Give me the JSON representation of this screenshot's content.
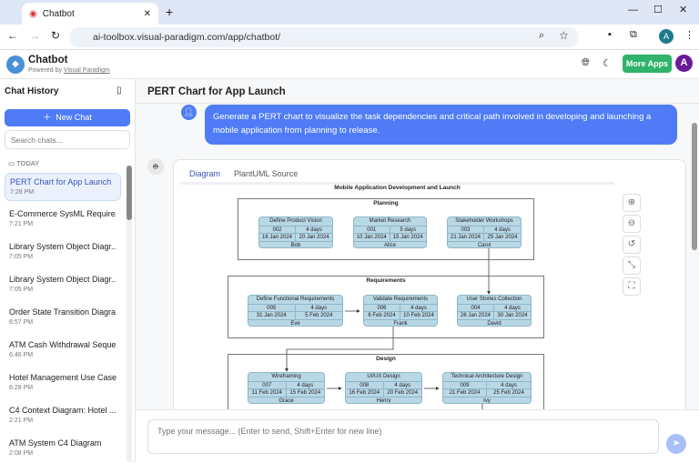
{
  "browser": {
    "tab_title": "Chatbot",
    "new_tab": "+",
    "url": "ai-toolbox.visual-paradigm.com/app/chatbot/",
    "profile": "A"
  },
  "app": {
    "title": "Chatbot",
    "powered_by": "Powered by",
    "powered_link": "Visual Paradigm",
    "more_apps": "More Apps",
    "avatar": "A"
  },
  "sidebar": {
    "title": "Chat History",
    "new_chat": "New Chat",
    "search_placeholder": "Search chats...",
    "group": "TODAY",
    "items": [
      {
        "title": "PERT Chart for App Launch",
        "time": "7:28 PM"
      },
      {
        "title": "E-Commerce SysML Require...",
        "time": "7:21 PM"
      },
      {
        "title": "Library System Object Diagr...",
        "time": "7:05 PM"
      },
      {
        "title": "Library System Object Diagr...",
        "time": "7:05 PM"
      },
      {
        "title": "Order State Transition Diagra...",
        "time": "6:57 PM"
      },
      {
        "title": "ATM Cash Withdrawal Seque...",
        "time": "6:46 PM"
      },
      {
        "title": "Hotel Management Use Case",
        "time": "6:28 PM"
      },
      {
        "title": "C4 Context Diagram: Hotel ...",
        "time": "2:21 PM"
      },
      {
        "title": "ATM System C4 Diagram",
        "time": "2:08 PM"
      }
    ]
  },
  "chat": {
    "title": "PERT Chart for App Launch",
    "user_message": "Generate a PERT chart to visualize the task dependencies and critical path involved in developing and launching a mobile application from planning to release.",
    "tabs": [
      "Diagram",
      "PlantUML Source"
    ],
    "input_placeholder": "Type your message... (Enter to send, Shift+Enter for new line)"
  },
  "diagram": {
    "title": "Mobile Application Development and Launch",
    "groups": [
      {
        "name": "Planning",
        "tasks": [
          {
            "name": "Define Product Vision",
            "id": "002",
            "duration": "4 days",
            "start": "16 Jan 2024",
            "end": "20 Jan 2024",
            "owner": "Bob"
          },
          {
            "name": "Market Research",
            "id": "001",
            "duration": "5 days",
            "start": "10 Jan 2024",
            "end": "15 Jan 2024",
            "owner": "Alice"
          },
          {
            "name": "Stakeholder Workshops",
            "id": "003",
            "duration": "4 days",
            "start": "21 Jan 2024",
            "end": "25 Jan 2024",
            "owner": "Carol"
          }
        ]
      },
      {
        "name": "Requirements",
        "tasks": [
          {
            "name": "Define Functional Requirements",
            "id": "005",
            "duration": "4 days",
            "start": "31 Jan 2024",
            "end": "5 Feb 2024",
            "owner": "Eve"
          },
          {
            "name": "Validate Requirements",
            "id": "006",
            "duration": "4 days",
            "start": "6 Feb 2024",
            "end": "10 Feb 2024",
            "owner": "Frank"
          },
          {
            "name": "User Stories Collection",
            "id": "004",
            "duration": "4 days",
            "start": "26 Jan 2024",
            "end": "30 Jan 2024",
            "owner": "David"
          }
        ]
      },
      {
        "name": "Design",
        "tasks": [
          {
            "name": "Wireframing",
            "id": "007",
            "duration": "4 days",
            "start": "11 Feb 2024",
            "end": "15 Feb 2024",
            "owner": "Grace"
          },
          {
            "name": "UI/UX Design",
            "id": "008",
            "duration": "4 days",
            "start": "16 Feb 2024",
            "end": "20 Feb 2024",
            "owner": "Henry"
          },
          {
            "name": "Technical Architecture Design",
            "id": "009",
            "duration": "4 days",
            "start": "21 Feb 2024",
            "end": "25 Feb 2024",
            "owner": "Ivy"
          }
        ]
      }
    ]
  },
  "colors": {
    "accent": "#4f7cf6",
    "more_apps": "#2fb36b",
    "avatar": "#6a1b9a",
    "node": "#b9d8e6"
  }
}
